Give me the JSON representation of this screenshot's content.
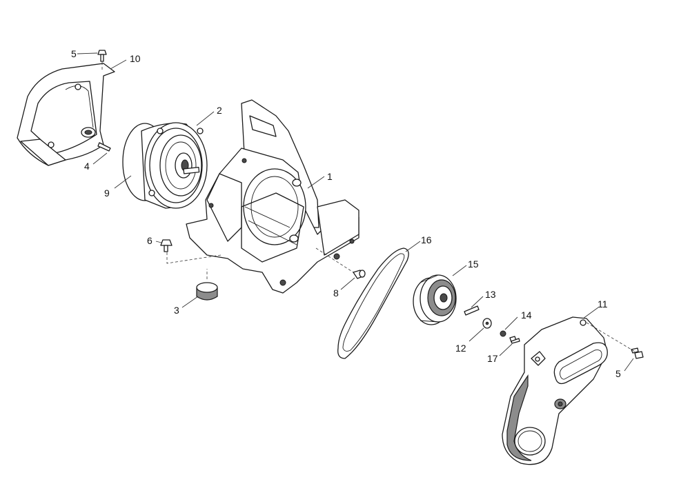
{
  "diagram": {
    "callouts": [
      {
        "id": "c1",
        "label": "1"
      },
      {
        "id": "c2",
        "label": "2"
      },
      {
        "id": "c3",
        "label": "3"
      },
      {
        "id": "c4",
        "label": "4"
      },
      {
        "id": "c5a",
        "label": "5"
      },
      {
        "id": "c5b",
        "label": "5"
      },
      {
        "id": "c6",
        "label": "6"
      },
      {
        "id": "c8",
        "label": "8"
      },
      {
        "id": "c9",
        "label": "9"
      },
      {
        "id": "c10",
        "label": "10"
      },
      {
        "id": "c11",
        "label": "11"
      },
      {
        "id": "c12",
        "label": "12"
      },
      {
        "id": "c13",
        "label": "13"
      },
      {
        "id": "c14",
        "label": "14"
      },
      {
        "id": "c15",
        "label": "15"
      },
      {
        "id": "c16",
        "label": "16"
      },
      {
        "id": "c17",
        "label": "17"
      }
    ]
  }
}
